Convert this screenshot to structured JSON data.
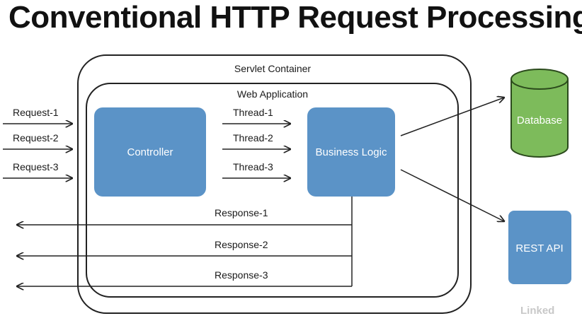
{
  "title": "Conventional HTTP Request Processing",
  "containers": {
    "servlet": "Servlet Container",
    "web_app": "Web Application"
  },
  "boxes": {
    "controller": "Controller",
    "business_logic": "Business Logic",
    "database": "Database",
    "rest_api": "REST API"
  },
  "requests": [
    "Request-1",
    "Request-2",
    "Request-3"
  ],
  "threads": [
    "Thread-1",
    "Thread-2",
    "Thread-3"
  ],
  "responses": [
    "Response-1",
    "Response-2",
    "Response-3"
  ],
  "watermark": "Linked",
  "colors": {
    "blue_box": "#5b93c7",
    "db_fill": "#7dbb5b",
    "db_stroke": "#2b4a1c",
    "line": "#222222"
  }
}
